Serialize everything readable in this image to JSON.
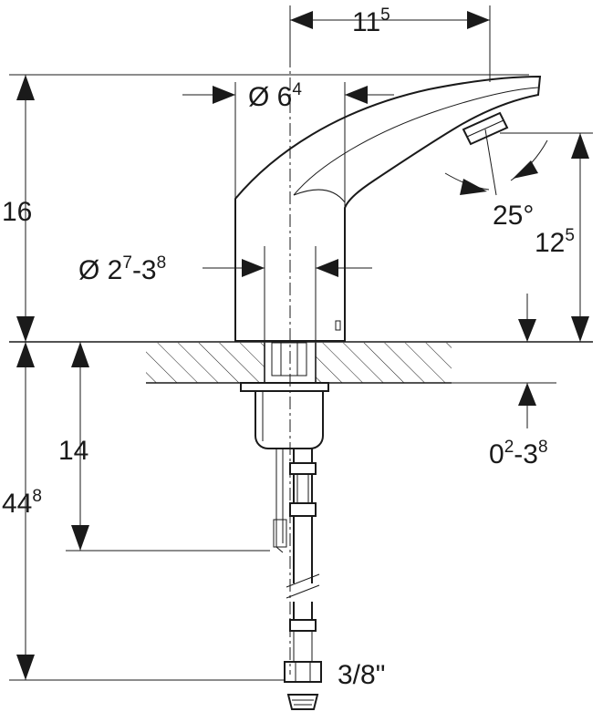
{
  "dimensions": {
    "top_width": {
      "base": "11",
      "sup": "5"
    },
    "spout_diameter": {
      "prefix": "Ø ",
      "base": "6",
      "sup": "4"
    },
    "total_height": {
      "base": "16"
    },
    "hole_diameter": {
      "prefix": "Ø ",
      "base1": "2",
      "sup1": "7",
      "mid": "-3",
      "sup2": "8"
    },
    "spout_height": {
      "base": "12",
      "sup": "5"
    },
    "angle": {
      "text": "25°"
    },
    "below_counter": {
      "base": "14"
    },
    "counter_thickness": {
      "base1": "0",
      "sup1": "2",
      "mid": "-3",
      "sup2": "8"
    },
    "total_depth": {
      "base": "44",
      "sup": "8"
    },
    "connection": {
      "text": "3/8\""
    }
  }
}
